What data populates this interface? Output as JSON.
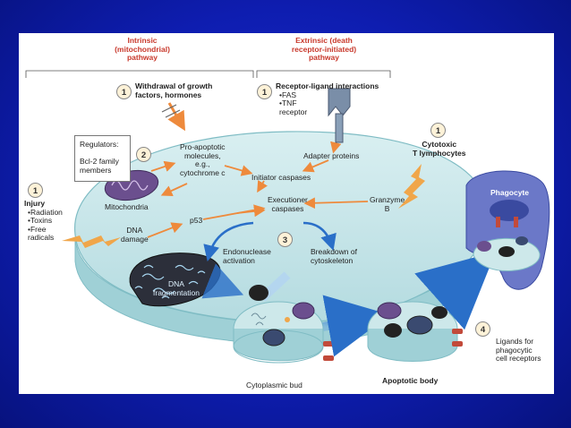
{
  "pathways": {
    "intrinsic": "Intrinsic\n(mitochondrial)\npathway",
    "extrinsic": "Extrinsic (death\nreceptor-initiated)\npathway"
  },
  "steps": {
    "withdrawal": {
      "number": "1",
      "label": "Withdrawal of growth\nfactors, hormones"
    },
    "receptor": {
      "number": "1",
      "label": "Receptor-ligand interactions",
      "items": [
        "FAS",
        "TNF\nreceptor"
      ]
    },
    "cytotoxic": {
      "number": "1",
      "label": "Cytotoxic\nT lymphocytes"
    },
    "injury": {
      "number": "1",
      "label": "Injury",
      "items": [
        "Radiation",
        "Toxins",
        "Free\nradicals"
      ]
    },
    "mito_step": {
      "number": "2"
    },
    "executioner_step": {
      "number": "3"
    },
    "ligands": {
      "number": "4",
      "label": "Ligands for\nphagocytic\ncell receptors"
    }
  },
  "regulators": {
    "title": "Regulators:",
    "body": "Bcl-2 family\nmembers"
  },
  "labels": {
    "pro_apoptotic": "Pro-apoptotic\nmolecules,\ne.g.,\ncytochrome c",
    "adapter": "Adapter proteins",
    "initiator": "Initiator caspases",
    "executioner": "Executioner\ncaspases",
    "granzyme": "Granzyme\nB",
    "mitochondria": "Mitochondria",
    "p53": "p53",
    "dna_damage": "DNA\ndamage",
    "endonuclease": "Endonuclease\nactivation",
    "breakdown": "Breakdown of\ncytoskeleton",
    "dna_frag": "DNA\nfragmentation",
    "cytoplasmic_bud": "Cytoplasmic bud",
    "apoptotic_body": "Apoptotic body",
    "phagocyte": "Phagocyte"
  },
  "colors": {
    "cell_fill": "#cde8ea",
    "cell_edge": "#7fbcc4",
    "arrow": "#ee8a3c",
    "blue_arrow": "#2a6fc8",
    "number_fill": "#fdf2d8",
    "pathway_text": "#c8382b",
    "phagocyte": "#6b78c8"
  }
}
